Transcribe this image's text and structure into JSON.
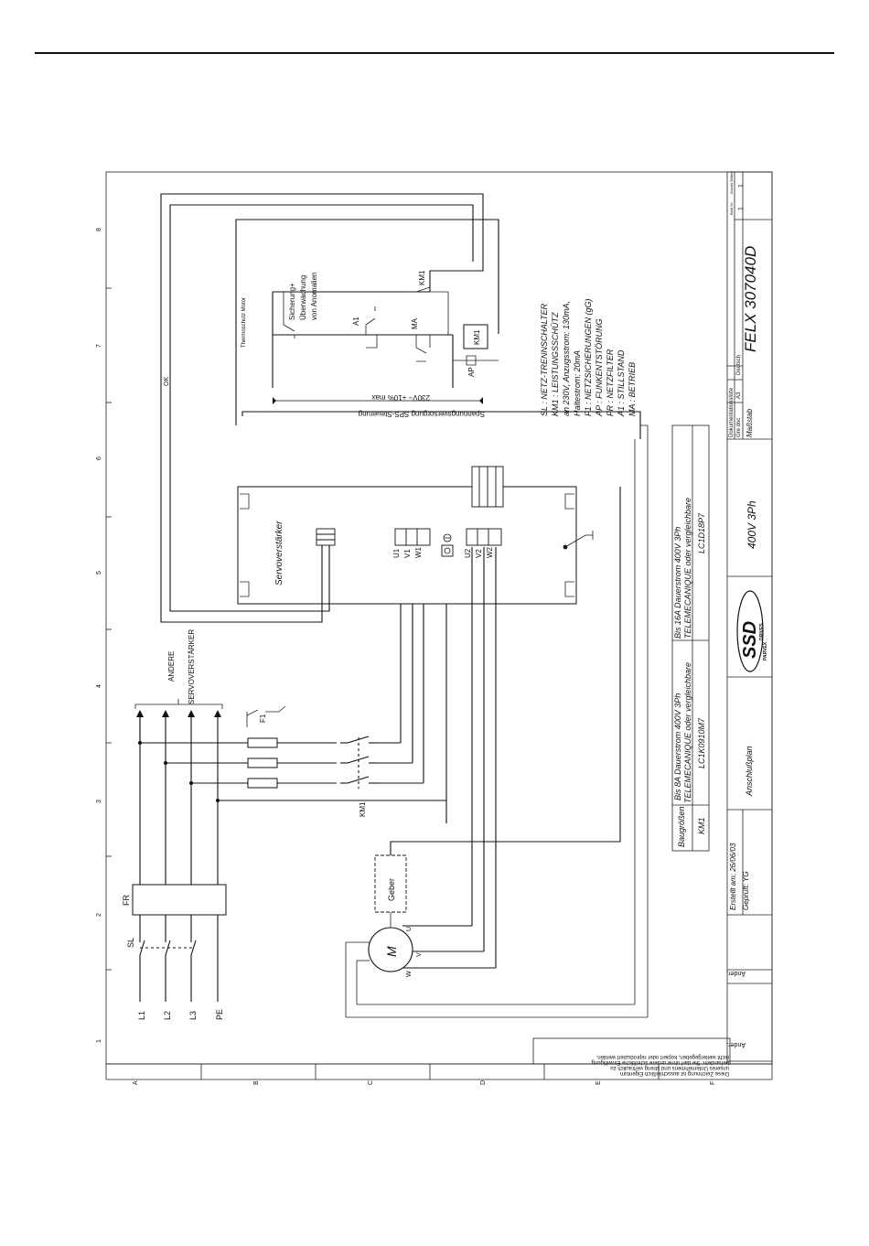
{
  "drawing": {
    "grid_columns": [
      "1",
      "2",
      "3",
      "4",
      "5",
      "6",
      "7",
      "8"
    ],
    "grid_rows": [
      "A",
      "B",
      "C",
      "D",
      "E",
      "F"
    ],
    "disclaimer": [
      "Diese Zeichnung ist ausschließlich Eigentum",
      "unseres Unternehmens und streng vertraulich zu",
      "behandeln. Sie darf ohne unsere schriftliche Einwilligung",
      "nicht weitergegeben, kopiert oder reproduziert werden."
    ],
    "supply_lines": [
      "L1",
      "L2",
      "L3",
      "PE"
    ],
    "labels": {
      "sl": "SL",
      "fr": "FR",
      "km1": "KM1",
      "f1": "F1",
      "andere": "ANDERE",
      "servoverstaerker_group": "SERVOVERSTÄRKER",
      "servo": "Servoverstärker",
      "geber": "Geber",
      "motor": "M",
      "motor_u": "U",
      "motor_v": "V",
      "motor_w": "W",
      "u1": "U1",
      "v1": "V1",
      "w1": "W1",
      "u2": "U2",
      "v2": "V2",
      "w2": "W2",
      "ok": "OK",
      "thermoschutz": "Thermoschutz Motor",
      "sicherung": [
        "Sicherung+",
        "Überwachung",
        "von Anomalien"
      ],
      "a1": "A1",
      "ma": "MA",
      "km1_contact": "KM1",
      "km1_coil": "KM1",
      "ap": "AP",
      "voltage": "230V~ +10% max",
      "sps": "Spannungsversorgung SPS-Steuerung"
    },
    "legend": [
      "SL : NETZ-TRENNSCHALTER",
      "KM1 : LEISTUNGSSCHÜTZ",
      "an 230V, Anzugsstrom: 130mA,",
      "Haltestrom: 20mA",
      "F1 : NETZSICHERUNGEN (gG)",
      "AP : FUNKENTSTÖRUNG",
      "FR : NETZFILTER",
      "A1 : STILLSTAND",
      "MA : BETRIEB"
    ],
    "sizes_table": {
      "header": "Baugrößen",
      "col1": "Bis 8A Dauerstrom 400V 3Ph",
      "col2": "Bis 16A Dauerstrom 400V 3Ph",
      "row_label": "KM1",
      "row1": "TELEMECANIQUE oder vergleichbare",
      "row2": "TELEMECANIQUE oder vergleichbare",
      "part1": "LC1K0910M7",
      "part2": "LC1D18P7"
    },
    "title_block": {
      "erstellt": "Erstellt am: 26/06/03",
      "geprueft": "Geprüft: YG",
      "title": "Anschlußplan",
      "spec": "400V 3Ph",
      "logo": "SSD",
      "logo_sub": "DRIVES",
      "parvex": "PARVEX",
      "doc_label": "Dokumentationsliste",
      "gre_doc": "Gre doc",
      "format": "A3",
      "language": "Deutsch",
      "drawing_no": "FELX 307040D",
      "blatt": "Blatt Nr.",
      "anzahl": "Anzahl Blätter",
      "blatt_val": "1",
      "anzahl_val": "1",
      "massstab": "Maßstab",
      "aender": "Änder.",
      "aender2": "Änder."
    }
  }
}
